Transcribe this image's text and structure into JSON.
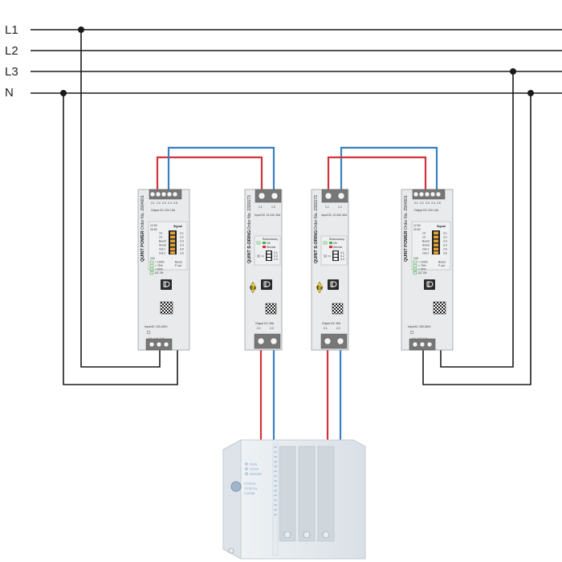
{
  "bus_lines": [
    "L1",
    "L2",
    "L3",
    "N"
  ],
  "colors": {
    "wire": "#1a1a1a",
    "positive": "#d0343a",
    "negative": "#3a7fbf",
    "module": "#e8eaeb",
    "plc": "#e3e8ec"
  },
  "power_supply": {
    "vendor": "QUINT POWER",
    "part_no": "Order No. 2904601",
    "output": "Output DC 24V 10A",
    "output_terms": [
      "2.1",
      "2.2",
      "2.3",
      "2.4",
      "2.5"
    ],
    "adjust": [
      "12.5V",
      "29.5V"
    ],
    "signal_title": "Signal",
    "signal_rows": [
      "13",
      "14",
      "Boost",
      "SGnd",
      "Out 1",
      "Out 2"
    ],
    "signal_terms": [
      "3.1",
      "3.2",
      "3.3",
      "3.4",
      "3.5",
      "3.6"
    ],
    "load_leds": [
      "24V",
      "> 100%",
      "> 75%",
      "> 50%",
      "DC OK"
    ],
    "boost": "Boost",
    "pout": "P out",
    "input": "Input AC 100-240V",
    "input_terms": [
      "1.1",
      "1.2",
      "1.3"
    ]
  },
  "oring": {
    "vendor": "QUINT S-ORING",
    "part_no": "Order No. 2320173",
    "input_terms": [
      "1.1",
      "1.2"
    ],
    "input": "Input DC 12-24V 40A",
    "status_title": "Redundancy",
    "status": [
      "OK",
      "Service"
    ],
    "relay_terms": [
      "3.1",
      "3.2",
      "3.3"
    ],
    "ex": "Ex",
    "output": "Output DC 40A",
    "output_terms": [
      "2.1",
      "2.2"
    ]
  },
  "plc": {
    "labels": [
      "RUN",
      "STOP",
      "ERROR",
      "FORCE",
      "SYSFAIL",
      "COMM"
    ]
  }
}
